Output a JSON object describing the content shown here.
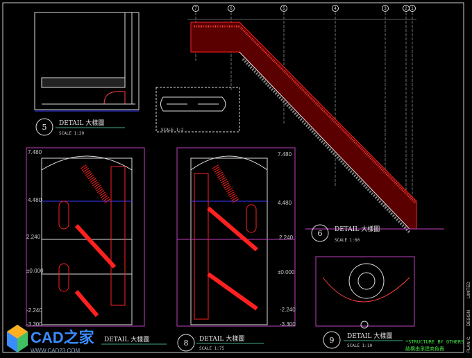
{
  "drawing": {
    "grid_axes": [
      "7",
      "6",
      "5",
      "4",
      "3",
      "2",
      "1"
    ],
    "details": [
      {
        "number": "5",
        "title": "DETAIL 大樣圖",
        "scale": "SCALE  1:20"
      },
      {
        "number": "",
        "title": "",
        "scale": "SCALE  1:2"
      },
      {
        "number": "6",
        "title": "DETAIL 大樣圖",
        "scale": "SCALE  1:60"
      },
      {
        "number": "",
        "title": "DETAIL 大樣圖",
        "scale": ""
      },
      {
        "number": "8",
        "title": "DETAIL 大樣圖",
        "scale": "SCALE  1:75"
      },
      {
        "number": "9",
        "title": "DETAIL 大樣圖",
        "scale": "SCALE  1:10"
      }
    ],
    "levels": [
      "7.480",
      "4.480",
      "2.240",
      "±0.000",
      "-2.240",
      "-3.300"
    ],
    "note": {
      "line1": "*STRUCTURE BY OTHERS",
      "line2": "結構由承建商負責"
    },
    "title_block": {
      "text1": "DESIGN",
      "text2": "LIMITED",
      "text3": "C.",
      "text4": "PLAN"
    },
    "watermark": {
      "logo": "CAD之家",
      "url": "WWW.CAD23.COM"
    }
  },
  "colors": {
    "background": "#000000",
    "stair": "#ff2020",
    "frame": "#c040c0",
    "line": "#e0e0e0",
    "note": "#40e040"
  }
}
